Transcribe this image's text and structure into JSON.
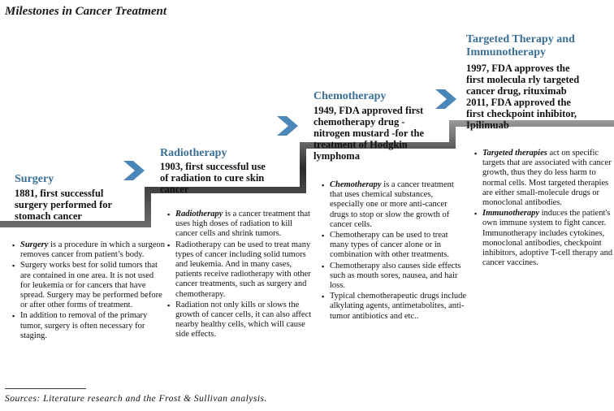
{
  "title": "Milestones in Cancer Treatment",
  "colors": {
    "stage_title": "#3a6f95",
    "arrow": "#4a86b8",
    "band": "#2d2d2d"
  },
  "stages": [
    {
      "name": "Surgery",
      "milestone": [
        "1881, first successful",
        "surgery performed for",
        "stomach cancer"
      ],
      "bullets": [
        {
          "term": "Surgery",
          "text": " is a procedure in which a surgeon removes cancer from patient’s body."
        },
        {
          "term": "",
          "text": "Surgery works best for solid tumors that are contained in one area. It is not used for leukemia or for cancers that have spread. Surgery may be performed before or after other forms of treatment."
        },
        {
          "term": "",
          "text": "In addition to removal of the primary tumor, surgery is often necessary for staging."
        }
      ]
    },
    {
      "name": "Radiotherapy",
      "milestone": [
        "1903, first successful use",
        "of radiation to cure skin",
        "cancer"
      ],
      "bullets": [
        {
          "term": "Radiotherapy",
          "text": " is a cancer treatment that uses high doses of radiation to kill cancer cells and shrink tumors."
        },
        {
          "term": "",
          "text": "Radiotherapy can be used to treat many types of cancer including solid tumors and leukemia. And in many cases, patients receive radiotherapy with other cancer treatments, such as surgery and chemotherapy."
        },
        {
          "term": "",
          "text": "Radiation not only kills or slows the growth of cancer cells, it can also affect nearby healthy cells, which will cause side effects."
        }
      ]
    },
    {
      "name": "Chemotherapy",
      "milestone": [
        "1949, FDA approved first",
        "chemotherapy drug -",
        "nitrogen mustard -for the",
        "treatment of Hodgkin",
        "lymphoma"
      ],
      "bullets": [
        {
          "term": "Chemotherapy",
          "text": " is a cancer treatment that uses chemical substances, especially one or more anti-cancer drugs to stop or slow the growth of cancer cells."
        },
        {
          "term": "",
          "text": "Chemotherapy can be used to treat many types of cancer alone or in combination with other treatments."
        },
        {
          "term": "",
          "text": "Chemotherapy also causes side effects such as mouth sores, nausea, and hair loss."
        },
        {
          "term": "",
          "text": "Typical chemotherapeutic drugs include alkylating agents, antimetabolites, anti-tumor antibiotics and etc.."
        }
      ]
    },
    {
      "name": [
        "Targeted Therapy and",
        "Immunotherapy"
      ],
      "milestone": [
        "1997, FDA approves the",
        "first molecula rly targeted",
        "cancer drug, rituximab",
        "2011, FDA approved the",
        "first checkpoint inhibitor,",
        "Ipilimuab"
      ],
      "bullets": [
        {
          "term": "Targeted therapies",
          "text": " act on specific targets that are associated with cancer growth, thus they do less harm to normal cells. Most targeted therapies are either small-molecule drugs or monoclonal antibodies."
        },
        {
          "term": "Immunotherapy",
          "text": " induces the patient's own immune system to fight cancer. Immunotherapy includes cytokines, monoclonal antibodies, checkpoint inhibitors, adoptive T-cell therapy and cancer vaccines."
        }
      ]
    }
  ],
  "sources": "Sources:  Literature research and the Frost & Sullivan analysis."
}
